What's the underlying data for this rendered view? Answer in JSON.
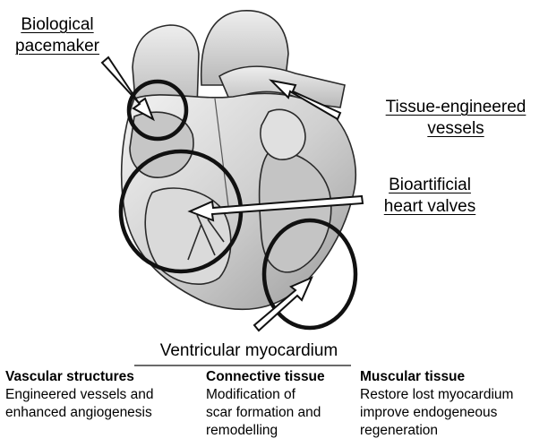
{
  "labels": {
    "pacemaker": [
      "Biological",
      "pacemaker"
    ],
    "vessels": [
      "Tissue-engineered",
      "vessels"
    ],
    "valves": [
      "Bioartificial",
      "heart valves"
    ],
    "myocardium": "Ventricular myocardium"
  },
  "columns": [
    {
      "heading": "Vascular structures",
      "lines": [
        "Engineered vessels and",
        "enhanced angiogenesis"
      ]
    },
    {
      "heading": "Connective tissue",
      "lines": [
        "Modification of",
        "scar formation and",
        "remodelling"
      ]
    },
    {
      "heading": "Muscular tissue",
      "lines": [
        "Restore lost myocardium",
        "improve endogeneous",
        "regeneration"
      ]
    }
  ]
}
